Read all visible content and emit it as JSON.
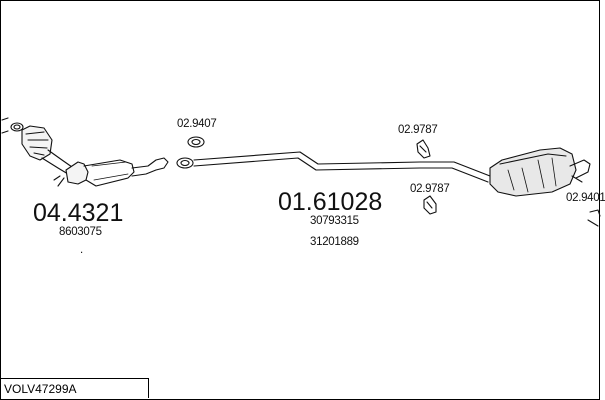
{
  "diagram": {
    "code": "VOLV47299A",
    "parts": [
      {
        "id": "front",
        "number": "04.4321",
        "oem": [
          "8603075"
        ]
      },
      {
        "id": "mid",
        "number": "01.61028",
        "oem": [
          "30793315",
          "31201889"
        ]
      }
    ],
    "small_parts": {
      "gasket_front": "02.9407",
      "hanger_top": "02.9787",
      "hanger_bottom": "02.9787",
      "rear_clamp": "02.9401"
    },
    "note_mark": "."
  }
}
